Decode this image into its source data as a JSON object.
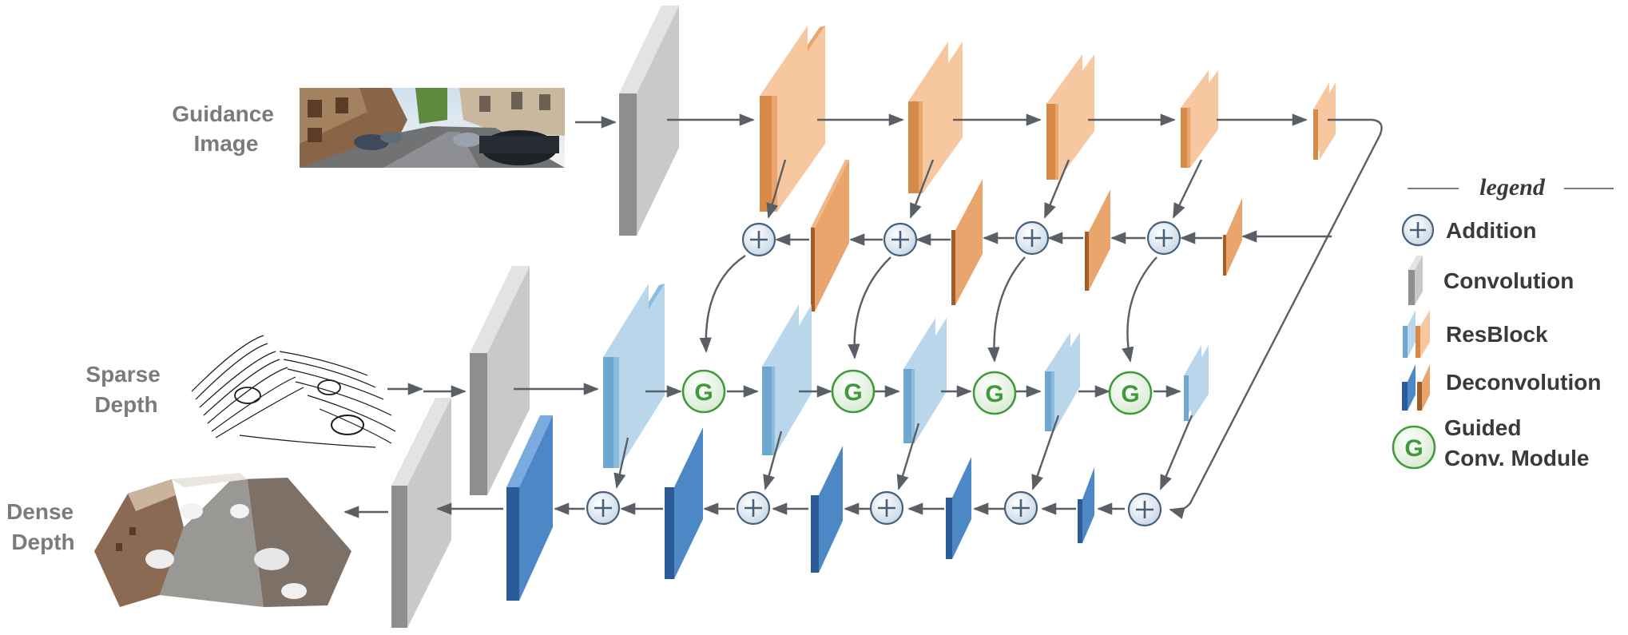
{
  "labels": {
    "guidance_line1": "Guidance",
    "guidance_line2": "Image",
    "sparse_line1": "Sparse",
    "sparse_line2": "Depth",
    "dense_line1": "Dense",
    "dense_line2": "Depth"
  },
  "legend": {
    "title": "legend",
    "addition": "Addition",
    "convolution": "Convolution",
    "resblock": "ResBlock",
    "deconvolution": "Deconvolution",
    "guided_line1": "Guided",
    "guided_line2": "Conv. Module"
  },
  "module_letter": "G",
  "colors": {
    "orange_light": "#f7c79f",
    "orange_mid": "#e9a56c",
    "orange_dark": "#b8692b",
    "blue_light": "#b9d6ea",
    "blue_mid": "#8bbcdd",
    "blue_dark": "#2f64a4",
    "gray_face": "#c9c9c9",
    "gray_side": "#8e8e8e",
    "g_circle_fill": "#eaf4e6",
    "g_stroke": "#3f9a3b",
    "add_fill": "#dfe9f1",
    "add_stroke": "#46607a",
    "arrow": "#5a5f66"
  }
}
